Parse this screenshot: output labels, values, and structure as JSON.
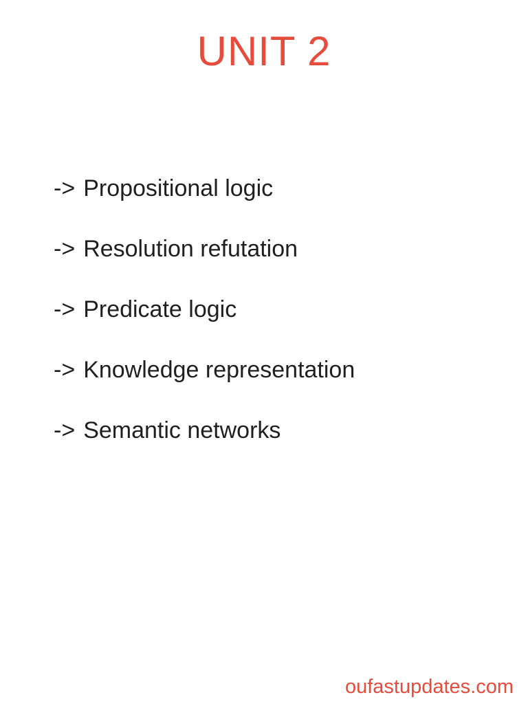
{
  "page": {
    "title": "UNIT 2",
    "colors": {
      "accent_red": "#e74b3c",
      "text": "#1f1f1f",
      "background": "#ffffff"
    }
  },
  "list": {
    "bullet": "->",
    "items": [
      {
        "label": "Propositional logic"
      },
      {
        "label": "Resolution refutation"
      },
      {
        "label": "Predicate logic"
      },
      {
        "label": "Knowledge representation"
      },
      {
        "label": "Semantic networks"
      }
    ]
  },
  "footer": {
    "watermark": "oufastupdates.com"
  }
}
